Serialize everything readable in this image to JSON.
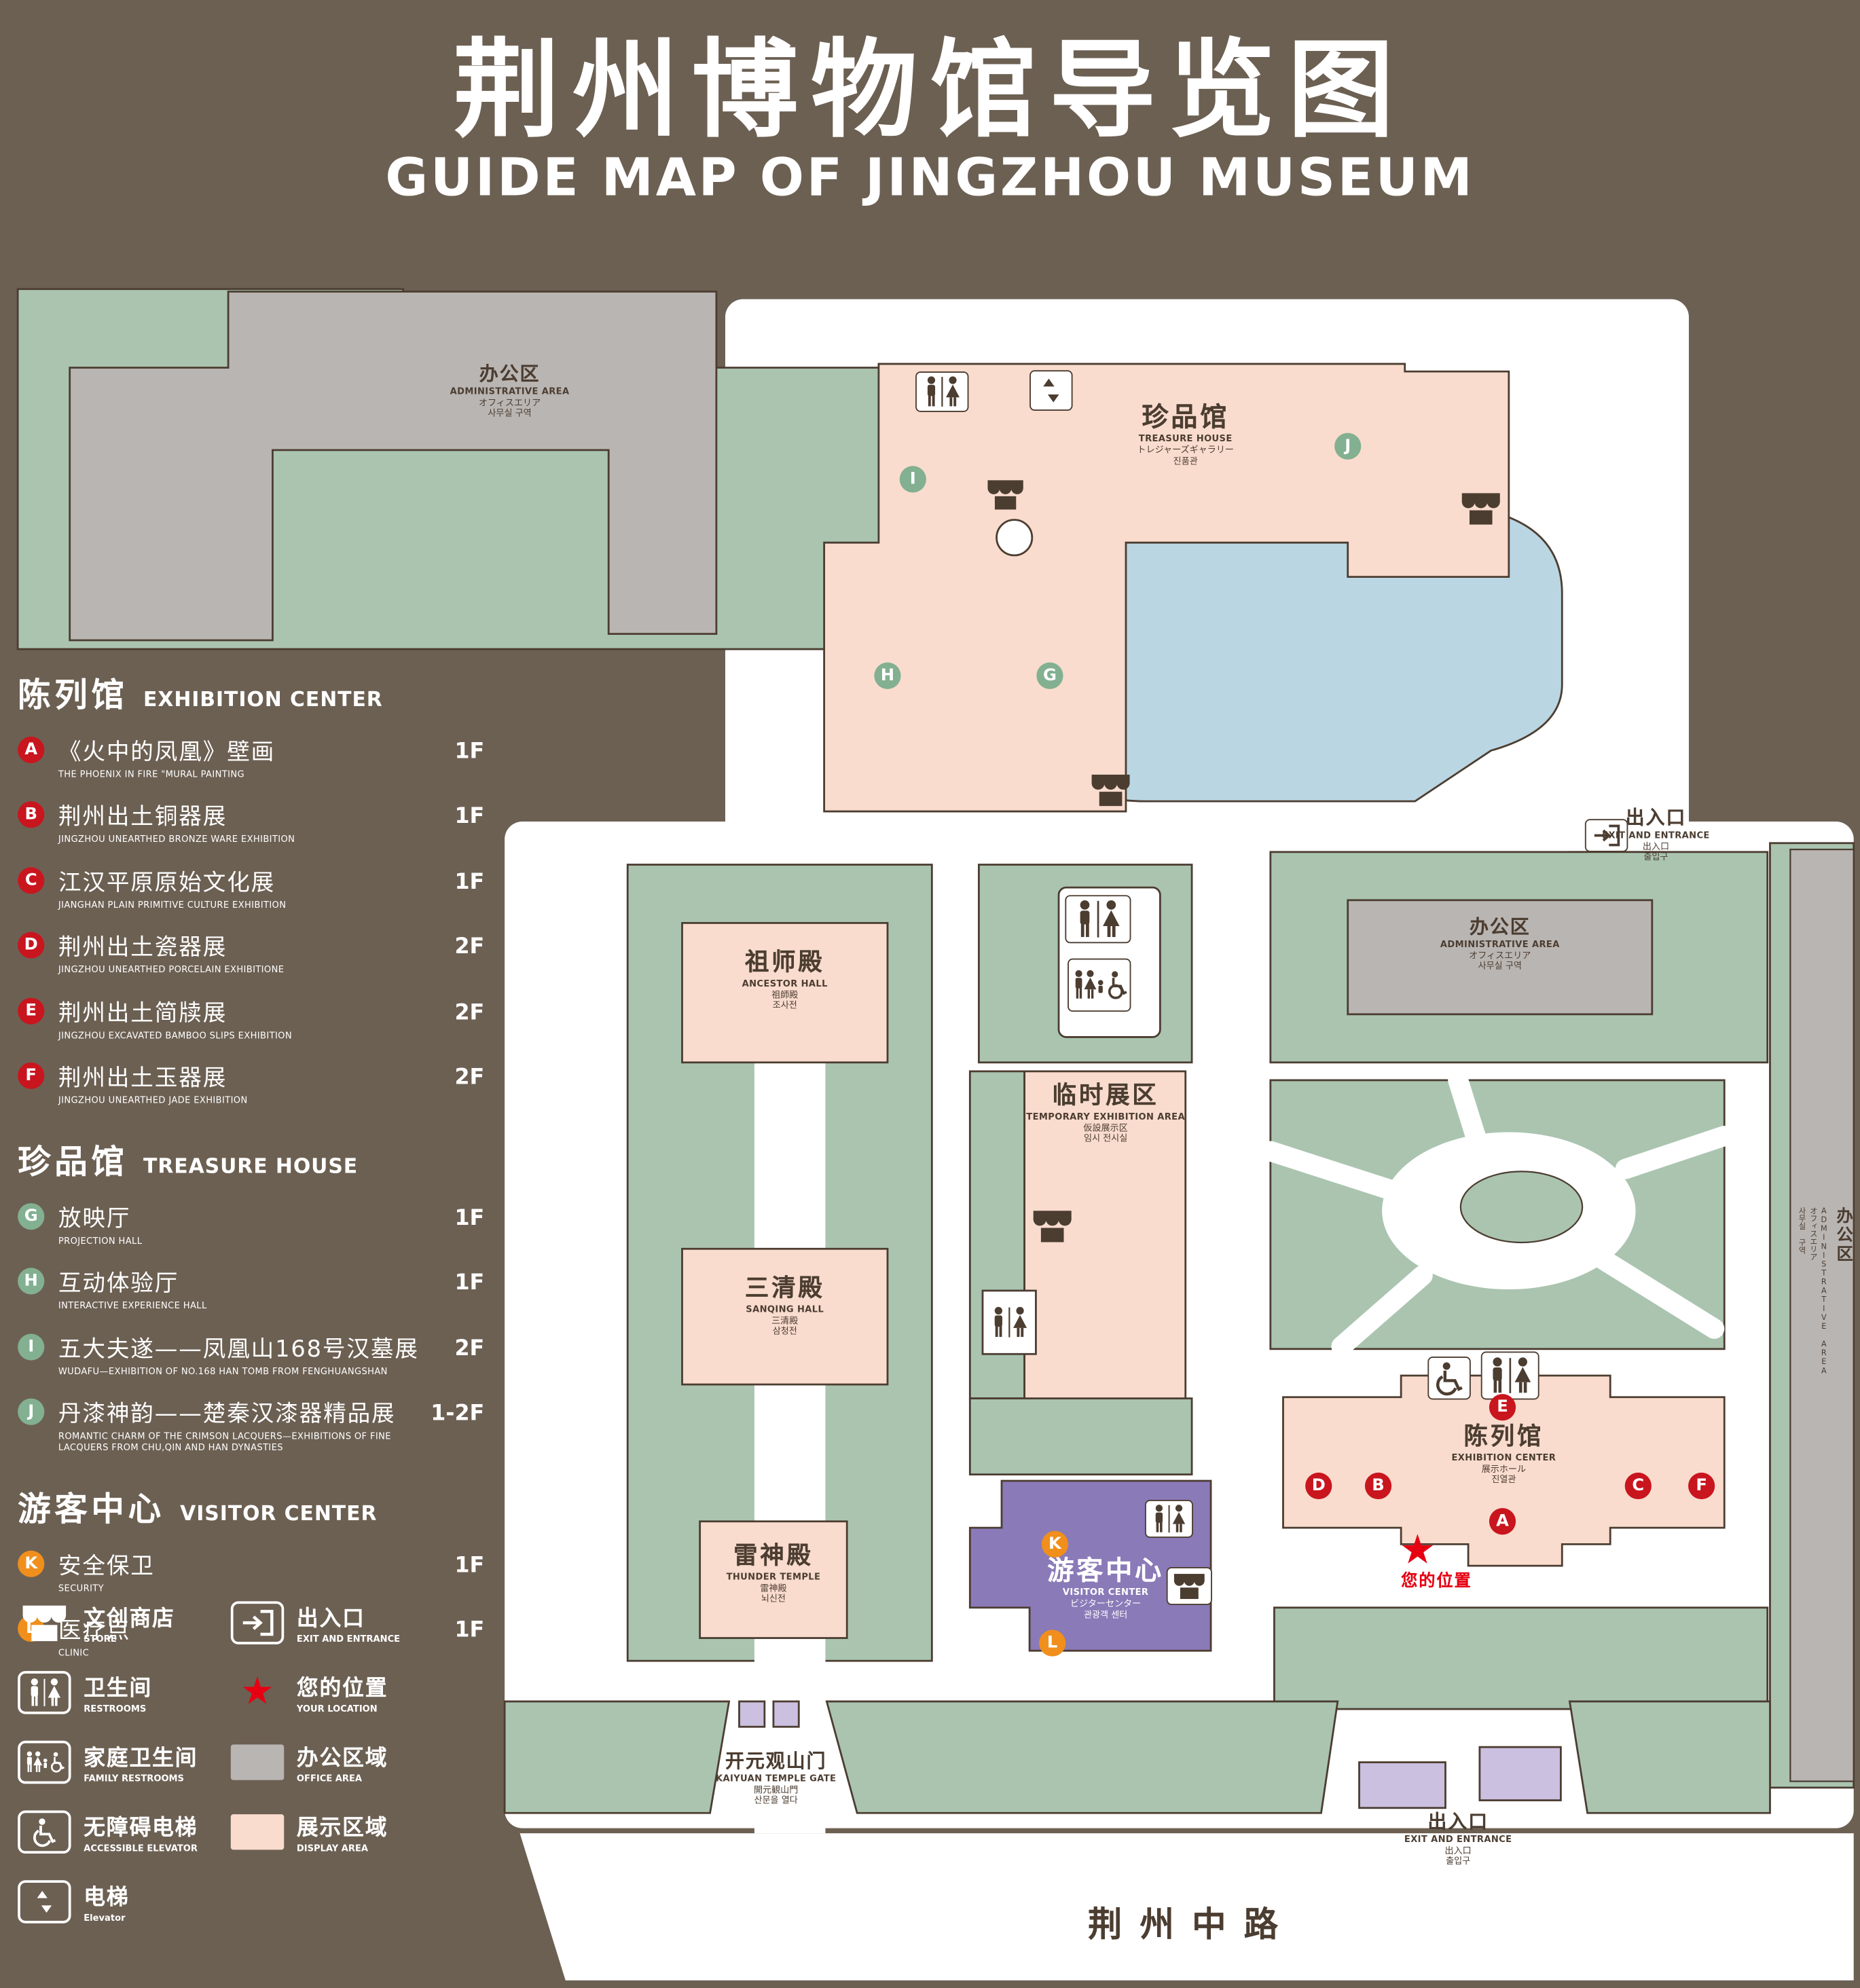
{
  "header": {
    "title_zh": "荆州博物馆导览图",
    "title_en": "GUIDE MAP OF JINGZHOU MUSEUM"
  },
  "colors": {
    "background": "#6c6053",
    "grounds": "#ffffff",
    "green": "#aac4b0",
    "display_area": "#f9dcce",
    "office_area": "#b9b5b2",
    "water": "#bad6e2",
    "visitor_center": "#8a7ab8",
    "entrance_building": "#cbc0e0",
    "outline": "#4c3d31",
    "badge_red": "#c9151e",
    "badge_green": "#82b091",
    "badge_orange": "#f08f1c",
    "location_red": "#e60012"
  },
  "sidebar": {
    "sections": [
      {
        "title_zh": "陈列馆",
        "title_en": "EXHIBITION CENTER",
        "items": [
          {
            "letter": "A",
            "zh": "《火中的凤凰》壁画",
            "en": "THE PHOENIX IN FIRE \"MURAL PAINTING",
            "floor": "1F"
          },
          {
            "letter": "B",
            "zh": "荆州出土铜器展",
            "en": "JINGZHOU UNEARTHED BRONZE WARE EXHIBITION",
            "floor": "1F"
          },
          {
            "letter": "C",
            "zh": "江汉平原原始文化展",
            "en": "JIANGHAN PLAIN PRIMITIVE CULTURE EXHIBITION",
            "floor": "1F"
          },
          {
            "letter": "D",
            "zh": "荆州出土瓷器展",
            "en": "JINGZHOU UNEARTHED PORCELAIN EXHIBITIONE",
            "floor": "2F"
          },
          {
            "letter": "E",
            "zh": "荆州出土简牍展",
            "en": "JINGZHOU EXCAVATED BAMBOO SLIPS EXHIBITION",
            "floor": "2F"
          },
          {
            "letter": "F",
            "zh": "荆州出土玉器展",
            "en": "JINGZHOU UNEARTHED JADE EXHIBITION",
            "floor": "2F"
          }
        ]
      },
      {
        "title_zh": "珍品馆",
        "title_en": "TREASURE HOUSE",
        "items": [
          {
            "letter": "G",
            "zh": "放映厅",
            "en": "PROJECTION HALL",
            "floor": "1F"
          },
          {
            "letter": "H",
            "zh": "互动体验厅",
            "en": "INTERACTIVE EXPERIENCE HALL",
            "floor": "1F"
          },
          {
            "letter": "I",
            "zh": "五大夫遂——凤凰山168号汉墓展",
            "en": "WUDAFU—EXHIBITION OF NO.168 HAN TOMB FROM FENGHUANGSHAN",
            "floor": "2F"
          },
          {
            "letter": "J",
            "zh": "丹漆神韵——楚秦汉漆器精品展",
            "en": "ROMANTIC CHARM OF THE CRIMSON LACQUERS—EXHIBITIONS OF FINE LACQUERS FROM CHU,QIN AND HAN DYNASTIES",
            "floor": "1-2F"
          }
        ]
      },
      {
        "title_zh": "游客中心",
        "title_en": "VISITOR CENTER",
        "items": [
          {
            "letter": "K",
            "zh": "安全保卫",
            "en": "SECURITY",
            "floor": "1F"
          },
          {
            "letter": "L",
            "zh": "医疗点",
            "en": "CLINIC",
            "floor": "1F"
          }
        ]
      }
    ]
  },
  "legend": {
    "items": [
      {
        "icon": "store",
        "zh": "文创商店",
        "en": "STORE"
      },
      {
        "icon": "exit",
        "zh": "出入口",
        "en": "EXIT AND ENTRANCE"
      },
      {
        "icon": "restrooms",
        "zh": "卫生间",
        "en": "RESTROOMS"
      },
      {
        "icon": "your-location",
        "zh": "您的位置",
        "en": "YOUR LOCATION"
      },
      {
        "icon": "family-restrooms",
        "zh": "家庭卫生间",
        "en": "FAMILY RESTROOMS"
      },
      {
        "icon": "office-area",
        "zh": "办公区域",
        "en": "OFFICE AREA"
      },
      {
        "icon": "accessible-elevator",
        "zh": "无障碍电梯",
        "en": "ACCESSIBLE ELEVATOR"
      },
      {
        "icon": "display-area",
        "zh": "展示区域",
        "en": "DISPLAY AREA"
      },
      {
        "icon": "elevator",
        "zh": "电梯",
        "en": "Elevator"
      }
    ]
  },
  "map": {
    "admin_nw": {
      "zh": "办公区",
      "en": "ADMINISTRATIVE AREA",
      "jp": "オフィスエリア",
      "kr": "사무실 구역"
    },
    "treasure_house": {
      "zh": "珍品馆",
      "en": "TREASURE HOUSE",
      "jp": "トレジャーズギャラリー",
      "kr": "진품관"
    },
    "exit_east": {
      "zh": "出入口",
      "en": "EXIT AND ENTRANCE",
      "jp": "出入口",
      "kr": "출입구"
    },
    "admin_mid": {
      "zh": "办公区",
      "en": "ADMINISTRATIVE AREA",
      "jp": "オフィスエリア",
      "kr": "사무실 구역"
    },
    "admin_east": {
      "zh": "办公区",
      "en": "ADMINISTRATIVE AREA",
      "jp": "オフィスエリア",
      "kr": "사무실 구역"
    },
    "ancestor_hall": {
      "zh": "祖师殿",
      "en": "ANCESTOR HALL",
      "jp": "祖師殿",
      "kr": "조사전"
    },
    "temporary": {
      "zh": "临时展区",
      "en": "TEMPORARY EXHIBITION AREA",
      "jp": "仮設展示区",
      "kr": "임시 전시실"
    },
    "sanqing_hall": {
      "zh": "三清殿",
      "en": "SANQING HALL",
      "jp": "三清殿",
      "kr": "삼청전"
    },
    "thunder_temple": {
      "zh": "雷神殿",
      "en": "THUNDER TEMPLE",
      "jp": "雷神殿",
      "kr": "뇌신전"
    },
    "visitor_center": {
      "zh": "游客中心",
      "en": "VISITOR CENTER",
      "jp": "ビジターセンター",
      "kr": "관광객 센터"
    },
    "exhibition_center": {
      "zh": "陈列馆",
      "en": "EXHIBITION CENTER",
      "jp": "展示ホール",
      "kr": "진열관"
    },
    "gate": {
      "zh": "开元观山门",
      "en": "KAIYUAN TEMPLE GATE",
      "jp": "開元観山門",
      "kr": "산문을 열다"
    },
    "exit_south": {
      "zh": "出入口",
      "en": "EXIT AND ENTRANCE",
      "jp": "出入口",
      "kr": "출입구"
    },
    "road": "荆州中路",
    "your_location": "您的位置",
    "markers": {
      "green": [
        "I",
        "J",
        "H",
        "G"
      ],
      "red": [
        "E",
        "D",
        "B",
        "C",
        "F",
        "A"
      ],
      "orange": [
        "K",
        "L"
      ]
    }
  }
}
